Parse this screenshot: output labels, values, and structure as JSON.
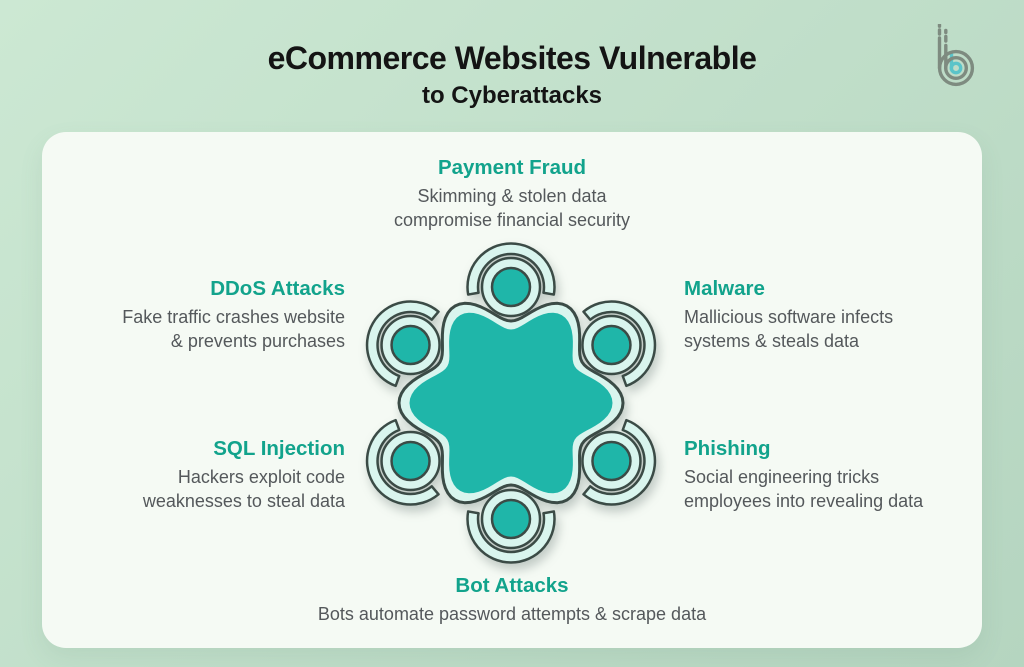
{
  "page": {
    "title_line1": "eCommerce Websites Vulnerable",
    "title_line2": "to Cyberattacks"
  },
  "sections": [
    {
      "id": "payment-fraud",
      "title": "Payment Fraud",
      "desc_line1": "Skimming & stolen data",
      "desc_line2": "compromise financial security"
    },
    {
      "id": "ddos-attacks",
      "title": "DDoS Attacks",
      "desc_line1": "Fake traffic crashes website",
      "desc_line2": "& prevents purchases"
    },
    {
      "id": "malware",
      "title": "Malware",
      "desc_line1": "Mallicious software infects",
      "desc_line2": "systems & steals data"
    },
    {
      "id": "sql-injection",
      "title": "SQL Injection",
      "desc_line1": "Hackers exploit code",
      "desc_line2": "weaknesses to steal data"
    },
    {
      "id": "phishing",
      "title": "Phishing",
      "desc_line1": "Social engineering tricks",
      "desc_line2": "employees into revealing data"
    },
    {
      "id": "bot-attacks",
      "title": "Bot Attacks",
      "desc_line1": "Bots automate password attempts & scrape data"
    }
  ],
  "graphic": {
    "type": "hub-and-satellites",
    "satellite_count": 6,
    "icon": "six-point-wavy-star-icon"
  },
  "icons": {
    "brand_logo": "b-arcs-logo-icon"
  },
  "colors": {
    "accent": "#12A38C",
    "star_fill": "#1FB6A9",
    "star_band": "#D9F5EE",
    "outline": "#3B4B46",
    "page_bg_top": "#CCE8D3",
    "page_bg_bottom": "#B5D5C0",
    "card_bg": "#F5FAF4",
    "body_text": "#54585B",
    "title_text": "#141414",
    "logo_gray": "#7E8B80",
    "logo_teal": "#5BC4C9"
  }
}
